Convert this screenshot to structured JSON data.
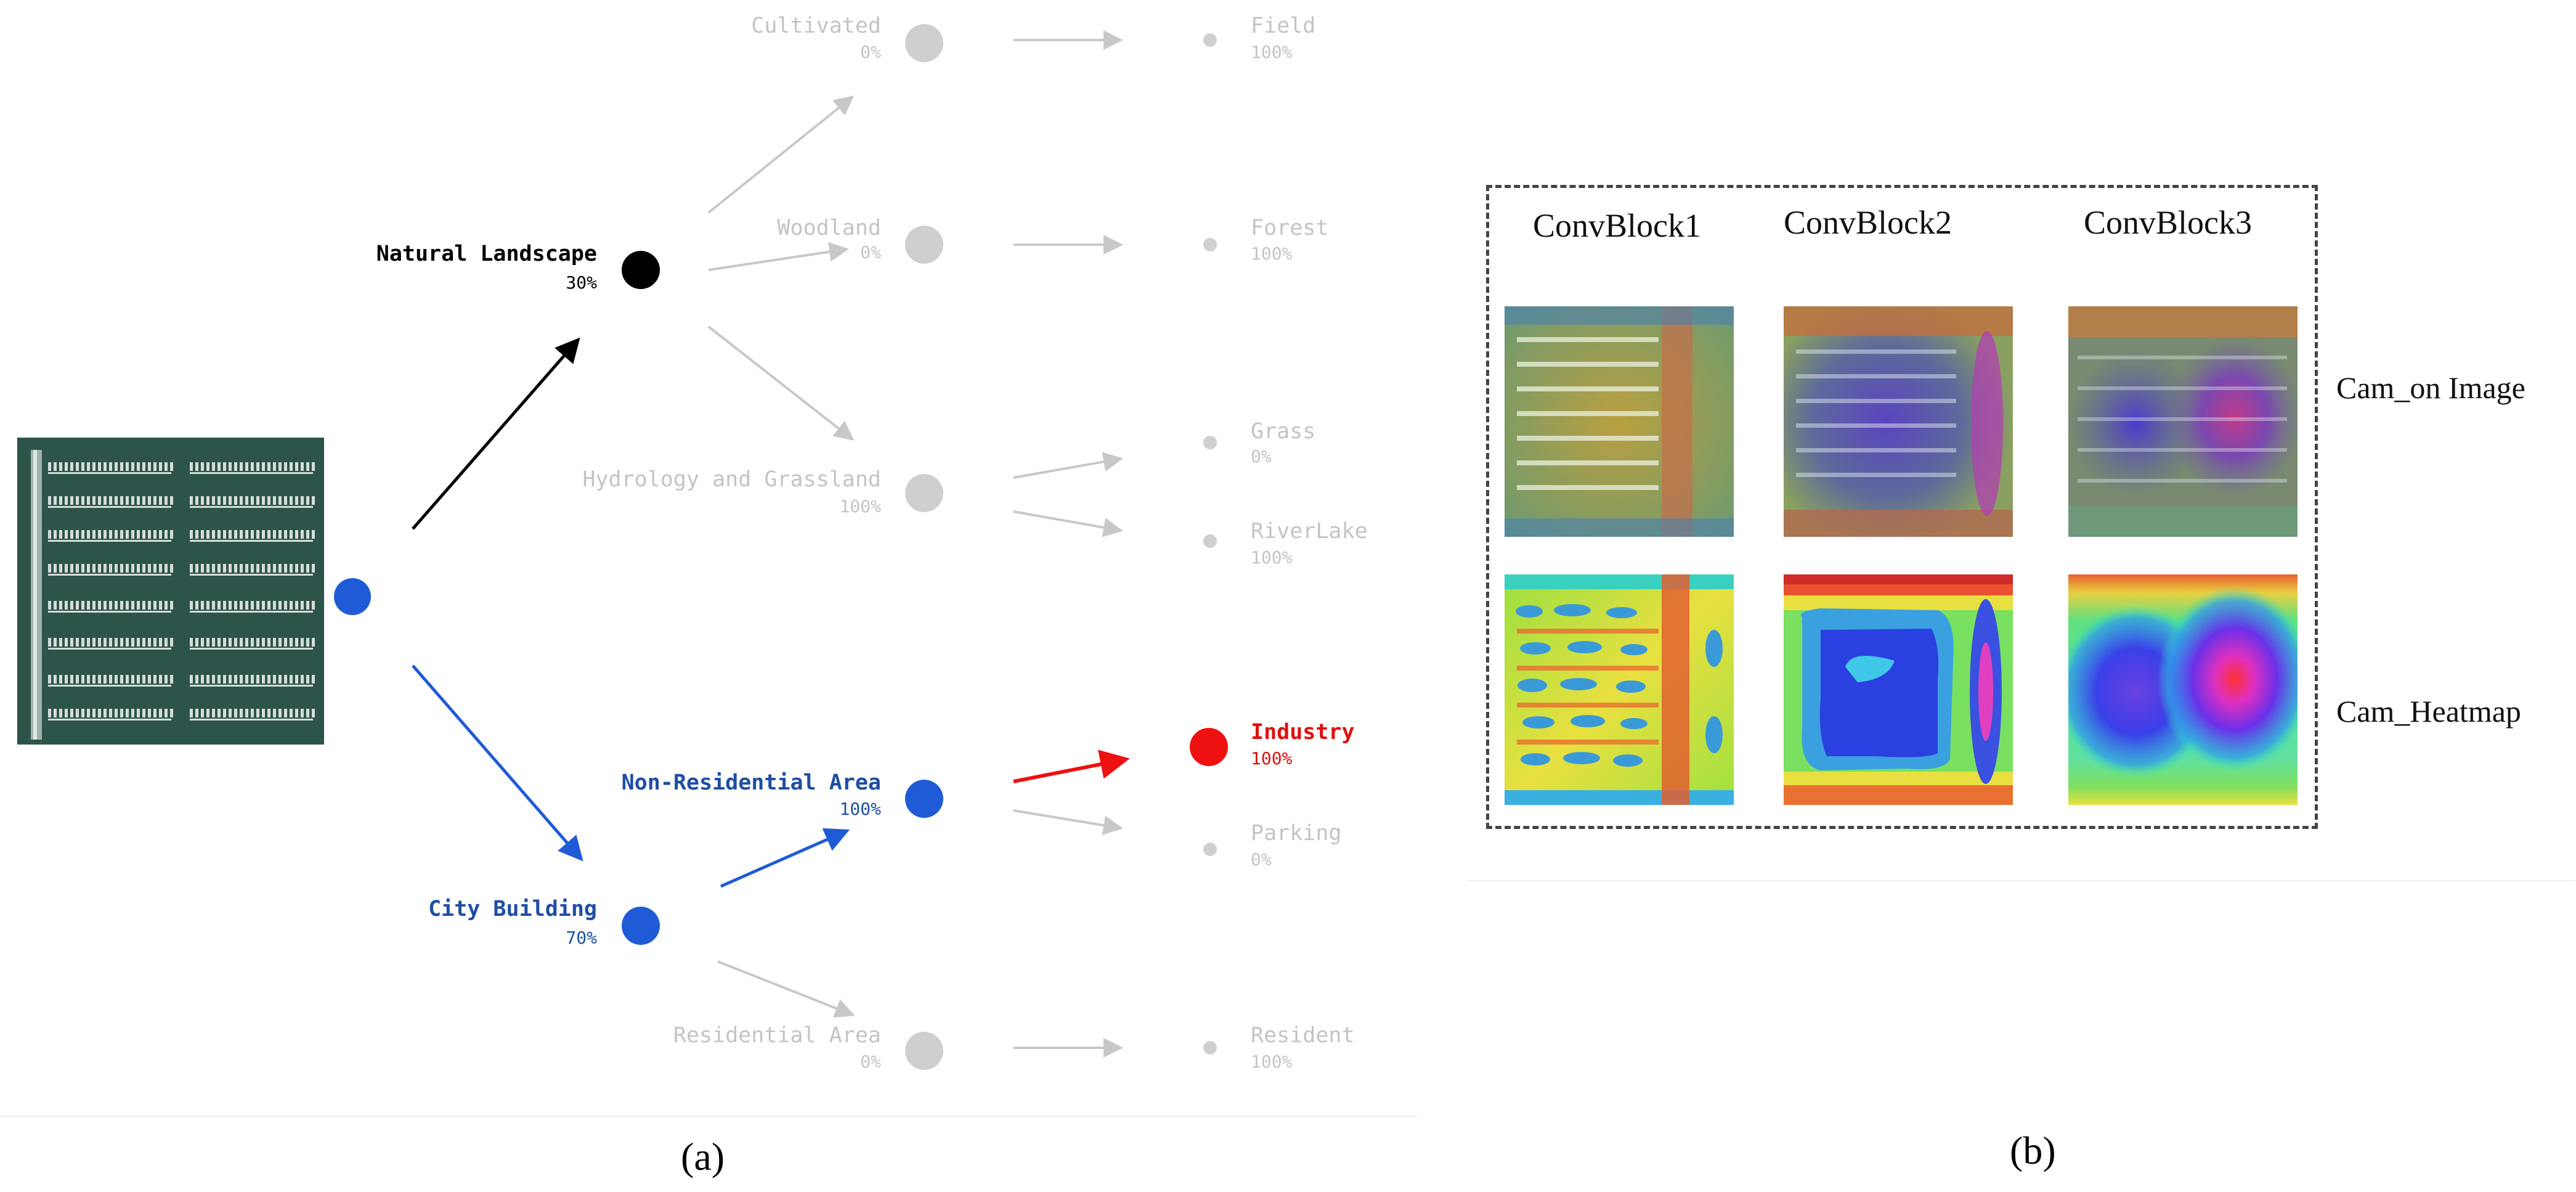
{
  "panel_a": {
    "caption": "(a)",
    "nodes": {
      "natural_landscape": {
        "label": "Natural Landscape",
        "pct": "30%"
      },
      "city_building": {
        "label": "City Building",
        "pct": "70%"
      },
      "cultivated": {
        "label": "Cultivated",
        "pct": "0%"
      },
      "woodland": {
        "label": "Woodland",
        "pct": "0%"
      },
      "hydrology_grassland": {
        "label": "Hydrology and Grassland",
        "pct": "100%"
      },
      "non_residential": {
        "label": "Non-Residential Area",
        "pct": "100%"
      },
      "residential": {
        "label": "Residential Area",
        "pct": "0%"
      }
    },
    "leaves": {
      "field": {
        "label": "Field",
        "pct": "100%"
      },
      "forest": {
        "label": "Forest",
        "pct": "100%"
      },
      "grass": {
        "label": "Grass",
        "pct": "0%"
      },
      "riverlake": {
        "label": "RiverLake",
        "pct": "100%"
      },
      "industry": {
        "label": "Industry",
        "pct": "100%"
      },
      "parking": {
        "label": "Parking",
        "pct": "0%"
      },
      "resident": {
        "label": "Resident",
        "pct": "100%"
      }
    },
    "colors": {
      "black": "#000000",
      "blue": "#1f5bd6",
      "red": "#ee1111",
      "gray": "#c8c8c8",
      "label_blue": "#1f4ea3"
    }
  },
  "panel_b": {
    "caption": "(b)",
    "columns": [
      "ConvBlock1",
      "ConvBlock2",
      "ConvBlock3"
    ],
    "rows": [
      "Cam_on Image",
      "Cam_Heatmap"
    ]
  }
}
